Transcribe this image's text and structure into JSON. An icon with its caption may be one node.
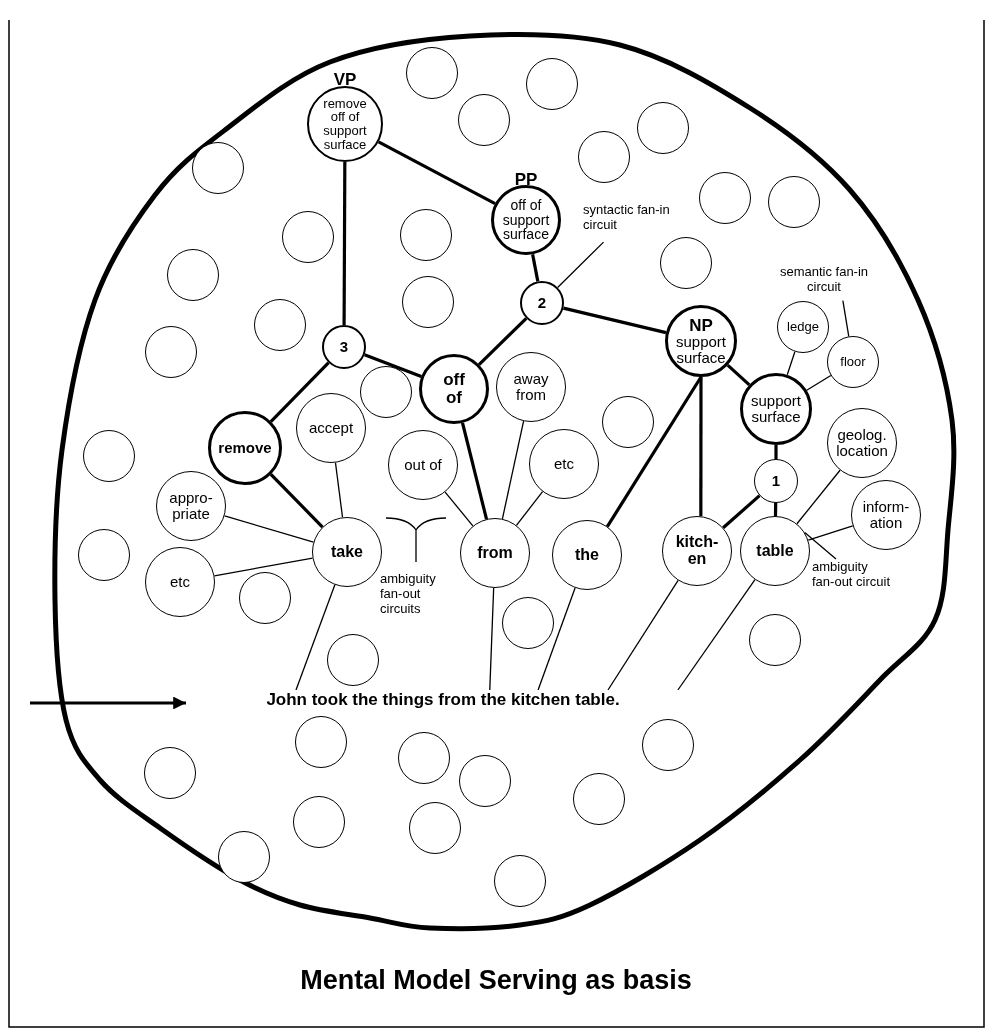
{
  "diagram": {
    "title": "Mental Model Serving as basis",
    "nodes": [
      {
        "text": [
          "VP",
          "remove off of support surface"
        ]
      },
      {
        "text": [
          "PP",
          "off of support surface"
        ]
      },
      {
        "text": [
          "syntactic fan-in circuit"
        ]
      },
      {
        "text": [
          "2"
        ]
      },
      {
        "text": [
          "semantic fan-in circuit"
        ]
      },
      {
        "text": [
          "3"
        ]
      },
      {
        "text": [
          "NP",
          "support surface"
        ]
      },
      {
        "text": [
          "ledge"
        ]
      },
      {
        "text": [
          "floor"
        ]
      },
      {
        "text": [
          "off of"
        ]
      },
      {
        "text": [
          "away from"
        ]
      },
      {
        "text": [
          "support surface"
        ]
      },
      {
        "text": [
          "accept"
        ]
      },
      {
        "text": [
          "remove"
        ]
      },
      {
        "text": [
          "out of"
        ]
      },
      {
        "text": [
          "etc"
        ]
      },
      {
        "text": [
          "geolog. location"
        ]
      },
      {
        "text": [
          "1"
        ]
      },
      {
        "text": [
          "appro- priate"
        ]
      },
      {
        "text": [
          "take"
        ]
      },
      {
        "text": [
          "from"
        ]
      },
      {
        "text": [
          "the"
        ]
      },
      {
        "text": [
          "kitch- en"
        ]
      },
      {
        "text": [
          "table"
        ]
      },
      {
        "text": [
          "inform- ation"
        ]
      },
      {
        "text": [
          "etc"
        ]
      },
      {
        "text": [
          "ambiguity fan-out circuit"
        ]
      },
      {
        "text": [
          "John took the things from the kitchen table."
        ]
      },
      {
        "text": [],
        "shape": "circle"
      },
      {
        "text": [],
        "shape": "circle"
      },
      {
        "text": [],
        "shape": "circle"
      },
      {
        "text": [],
        "shape": "circle"
      },
      {
        "text": [],
        "shape": "circle"
      },
      {
        "text": [],
        "shape": "circle"
      },
      {
        "text": [],
        "shape": "circle"
      },
      {
        "text": [],
        "shape": "circle"
      },
      {
        "text": [],
        "shape": "circle"
      },
      {
        "text": [],
        "shape": "circle"
      },
      {
        "text": [],
        "shape": "circle"
      },
      {
        "text": [],
        "shape": "circle"
      },
      {
        "text": [],
        "shape": "circle"
      },
      {
        "text": [],
        "shape": "circle"
      },
      {
        "text": [],
        "shape": "circle"
      },
      {
        "text": [],
        "shape": "circle"
      },
      {
        "text": [],
        "shape": "circle"
      },
      {
        "text": [],
        "shape": "circle"
      },
      {
        "text": [],
        "shape": "circle"
      },
      {
        "text": [],
        "shape": "circle"
      },
      {
        "text": [],
        "shape": "circle"
      },
      {
        "text": [],
        "shape": "circle"
      },
      {
        "text": [],
        "shape": "circle"
      },
      {
        "text": [],
        "shape": "circle"
      },
      {
        "text": [],
        "shape": "circle"
      },
      {
        "text": [],
        "shape": "circle"
      },
      {
        "text": [],
        "shape": "circle"
      },
      {
        "text": [],
        "shape": "circle"
      },
      {
        "text": [],
        "shape": "circle"
      },
      {
        "text": [],
        "shape": "circle"
      },
      {
        "text": [],
        "shape": "circle"
      },
      {
        "text": [],
        "shape": "circle"
      },
      {
        "text": [],
        "shape": "circle"
      }
    ],
    "edges": [
      {
        "from": 0,
        "to": 1,
        "arrow": "none",
        "style": "thick"
      },
      {
        "from": 0,
        "to": 5,
        "arrow": "none",
        "style": "thick"
      },
      {
        "from": 1,
        "to": 3,
        "arrow": "none",
        "style": "thick"
      },
      {
        "from": 2,
        "to": 3,
        "arrow": "none"
      },
      {
        "from": 3,
        "to": 6,
        "arrow": "none",
        "style": "thick"
      },
      {
        "from": 3,
        "to": 9,
        "arrow": "none",
        "style": "thick"
      },
      {
        "from": 4,
        "to": 8,
        "arrow": "none"
      },
      {
        "from": 5,
        "to": 9,
        "arrow": "none",
        "style": "thick"
      },
      {
        "from": 5,
        "to": 13,
        "arrow": "none",
        "style": "thick"
      },
      {
        "from": 6,
        "to": 11,
        "arrow": "none",
        "style": "thick"
      },
      {
        "from": 6,
        "to": 21,
        "arrow": "none",
        "style": "thick"
      },
      {
        "from": 6,
        "to": 22,
        "arrow": "none",
        "style": "thick"
      },
      {
        "from": 7,
        "to": 11,
        "arrow": "none"
      },
      {
        "from": 8,
        "to": 11,
        "arrow": "none"
      },
      {
        "from": 9,
        "to": 20,
        "arrow": "none",
        "style": "thick"
      },
      {
        "from": 10,
        "to": 20,
        "arrow": "none"
      },
      {
        "from": 11,
        "to": 17,
        "arrow": "none",
        "style": "thick"
      },
      {
        "from": 12,
        "to": 19,
        "arrow": "none"
      },
      {
        "from": 13,
        "to": 19,
        "arrow": "none",
        "style": "thick"
      },
      {
        "from": 14,
        "to": 20,
        "arrow": "none"
      },
      {
        "from": 15,
        "to": 20,
        "arrow": "none"
      },
      {
        "from": 16,
        "to": 23,
        "arrow": "none"
      },
      {
        "from": 17,
        "to": 22,
        "arrow": "none",
        "style": "thick"
      },
      {
        "from": 17,
        "to": 23,
        "arrow": "none",
        "style": "thick"
      },
      {
        "from": 18,
        "to": 19,
        "arrow": "none"
      },
      {
        "from": 24,
        "to": 23,
        "arrow": "none"
      },
      {
        "from": 25,
        "to": 19,
        "arrow": "none"
      },
      {
        "from": 26,
        "to": 23,
        "arrow": "none"
      },
      {
        "from": 19,
        "to": 27,
        "arrow": "none"
      },
      {
        "from": 20,
        "to": 27,
        "arrow": "none"
      },
      {
        "from": 21,
        "to": 27,
        "arrow": "none"
      },
      {
        "from": 22,
        "to": 27,
        "arrow": "none"
      },
      {
        "from": 23,
        "to": 27,
        "arrow": "none"
      },
      {
        "from": null,
        "to": 27,
        "arrow": "to",
        "style": "thick"
      }
    ],
    "labels": [
      "ambiguity fan-out circuits"
    ]
  }
}
